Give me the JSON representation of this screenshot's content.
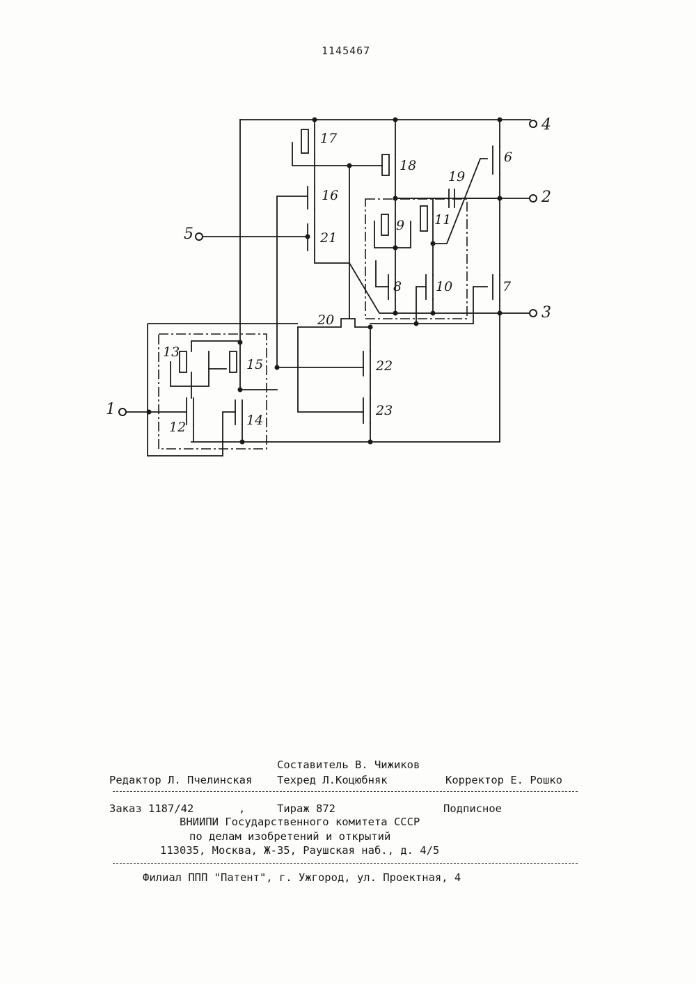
{
  "page": {
    "patent_number": "1145467"
  },
  "schematic": {
    "terminals": [
      "1",
      "2",
      "3",
      "4",
      "5"
    ],
    "components": [
      "6",
      "7",
      "8",
      "9",
      "10",
      "11",
      "12",
      "13",
      "14",
      "15",
      "16",
      "17",
      "18",
      "19",
      "20",
      "21",
      "22",
      "23"
    ]
  },
  "imprint": {
    "compiler": "Составитель В. Чижиков",
    "editor": "Редактор Л. Пчелинская",
    "techred": "Техред Л.Коцюбняк",
    "corrector": "Корректор Е. Рошко",
    "order": "Заказ 1187/42",
    "comma": ",",
    "circulation": "Тираж 872",
    "subscription": "Подписное",
    "org_line1": "ВНИИПИ Государственного комитета СССР",
    "org_line2": "по делам изобретений и открытий",
    "address": "113035, Москва, Ж-35, Раушская наб., д. 4/5",
    "branch": "Филиал ППП \"Патент\", г. Ужгород, ул. Проектная, 4"
  }
}
